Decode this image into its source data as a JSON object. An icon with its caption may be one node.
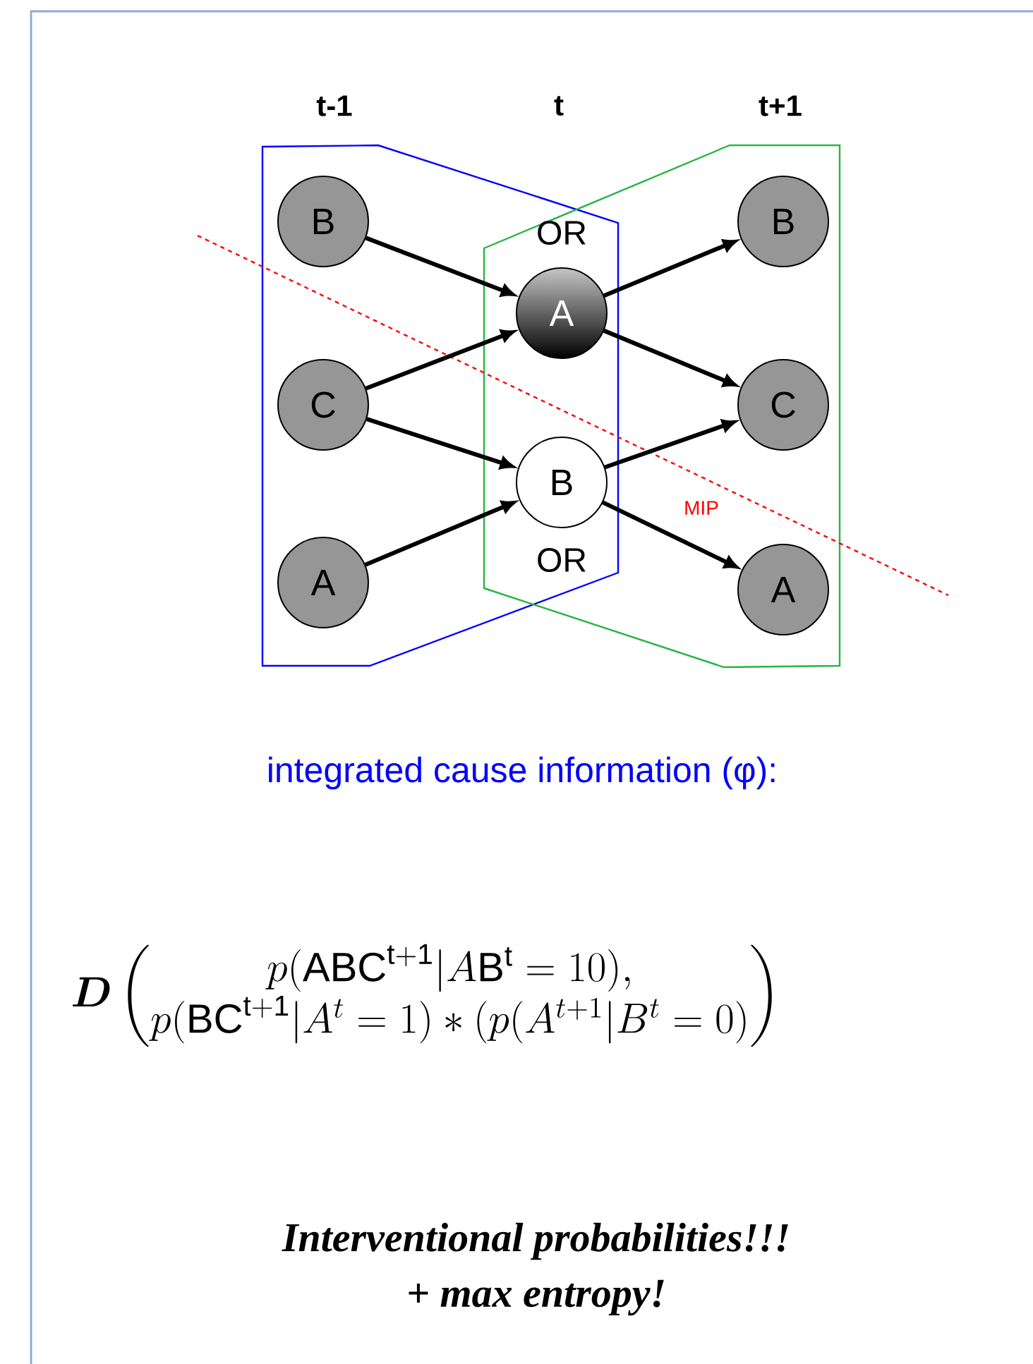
{
  "diagram": {
    "nodes": [
      {
        "text": [
          "B"
        ]
      },
      {
        "text": [
          "C"
        ]
      },
      {
        "text": [
          "A"
        ]
      },
      {
        "text": [
          "A"
        ]
      },
      {
        "text": [
          "B"
        ]
      },
      {
        "text": [
          "B"
        ]
      },
      {
        "text": [
          "C"
        ]
      },
      {
        "text": [
          "A"
        ]
      }
    ],
    "edges": [
      {
        "from": 0,
        "to": 3,
        "arrow": "to"
      },
      {
        "from": 1,
        "to": 3,
        "arrow": "to"
      },
      {
        "from": 1,
        "to": 4,
        "arrow": "to"
      },
      {
        "from": 2,
        "to": 4,
        "arrow": "to"
      },
      {
        "from": 3,
        "to": 5,
        "arrow": "to"
      },
      {
        "from": 3,
        "to": 6,
        "arrow": "to"
      },
      {
        "from": 4,
        "to": 6,
        "arrow": "to"
      },
      {
        "from": 4,
        "to": 7,
        "arrow": "to"
      }
    ],
    "labels": [
      "t-1",
      "t",
      "t+1",
      "OR",
      "OR",
      "MIP",
      "integrated cause information (φ):",
      "\\boldsymbol{D}\\left(\\begin{matrix} p(\\mathrm{ABC}^{\\mathrm{t+1}}|A\\mathrm{B}^{\\mathrm{t}}=10), \\\\ p(\\mathrm{BC}^{\\mathrm{t+1}}|A^{t}=1)*(p(A^{t+1}|B^{t}=0) \\end{matrix}\\right)",
      "Interventional probabilities!!!",
      "+ max entropy!"
    ]
  }
}
